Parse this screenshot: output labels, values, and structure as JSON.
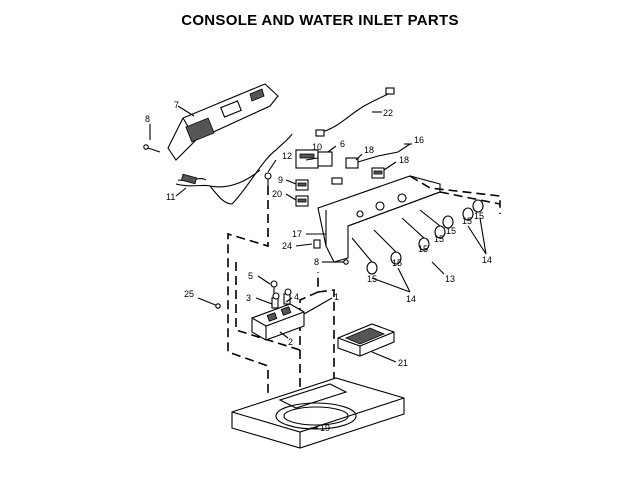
{
  "title": "CONSOLE AND WATER INLET PARTS",
  "callouts": {
    "c1": "1",
    "c2": "2",
    "c3": "3",
    "c4": "4",
    "c5": "5",
    "c6": "6",
    "c7": "7",
    "c8a": "8",
    "c8b": "8",
    "c9": "9",
    "c10": "10",
    "c11": "11",
    "c12": "12",
    "c13": "13",
    "c14a": "14",
    "c14b": "14",
    "c15a": "15",
    "c15b": "15",
    "c15c": "15",
    "c15d": "15",
    "c15e": "15",
    "c15f": "15",
    "c15g": "15",
    "c16": "16",
    "c17": "17",
    "c18a": "18",
    "c18b": "18",
    "c19": "19",
    "c20": "20",
    "c21": "21",
    "c22": "22",
    "c24": "24",
    "c25": "25"
  }
}
